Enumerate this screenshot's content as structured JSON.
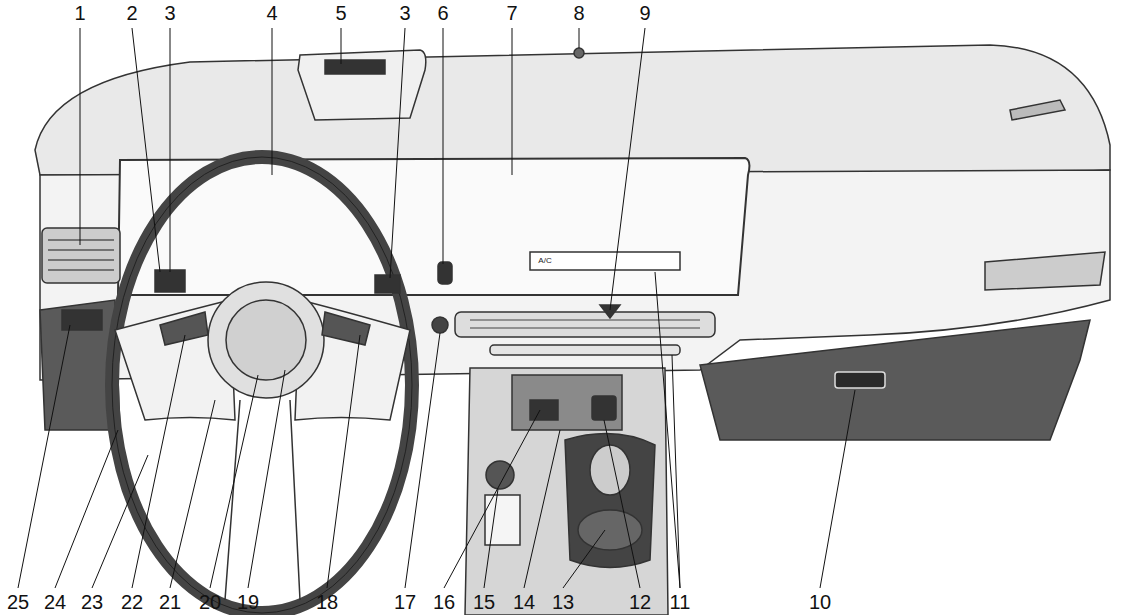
{
  "diagram": {
    "labels": [
      "1",
      "2",
      "3",
      "4",
      "5",
      "3",
      "6",
      "7",
      "8",
      "9",
      "25",
      "24",
      "23",
      "22",
      "21",
      "20",
      "19",
      "18",
      "17",
      "16",
      "15",
      "14",
      "13",
      "12",
      "11",
      "10",
      "A/C"
    ]
  }
}
